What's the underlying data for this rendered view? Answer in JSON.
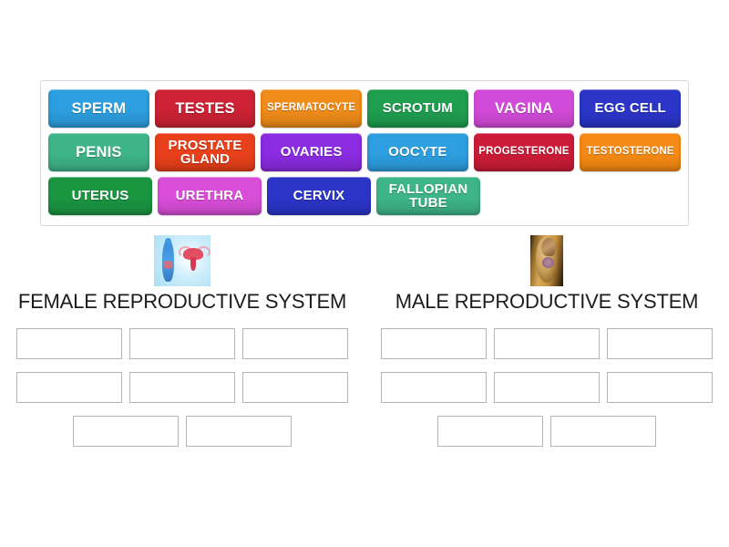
{
  "word_bank": {
    "rows": [
      [
        {
          "label": "SPERM",
          "color": "#2d9ee0",
          "size": "fs-lg"
        },
        {
          "label": "TESTES",
          "color": "#cc2234",
          "size": "fs-lg"
        },
        {
          "label": "SPERMATOCYTE",
          "color": "#f08c1a",
          "size": "fs-xs"
        },
        {
          "label": "SCROTUM",
          "color": "#1f9e4f",
          "size": "fs-md"
        },
        {
          "label": "VAGINA",
          "color": "#d24bd8",
          "size": "fs-lg"
        },
        {
          "label": "EGG CELL",
          "color": "#2b35c8",
          "size": "fs-md"
        }
      ],
      [
        {
          "label": "PENIS",
          "color": "#3eb489",
          "size": "fs-lg"
        },
        {
          "label": "PROSTATE GLAND",
          "color": "#e8401a",
          "size": "fs-md"
        },
        {
          "label": "OVARIES",
          "color": "#8b2be2",
          "size": "fs-md"
        },
        {
          "label": "OOCYTE",
          "color": "#2d9ee0",
          "size": "fs-md"
        },
        {
          "label": "PROGESTERONE",
          "color": "#cc1b38",
          "size": "fs-xs"
        },
        {
          "label": "TESTOSTERONE",
          "color": "#f68a14",
          "size": "fs-xs"
        }
      ],
      [
        {
          "label": "UTERUS",
          "color": "#1a9641",
          "size": "fs-md"
        },
        {
          "label": "URETHRA",
          "color": "#d94ed9",
          "size": "fs-md"
        },
        {
          "label": "CERVIX",
          "color": "#2b35c8",
          "size": "fs-md"
        },
        {
          "label": "FALLOPIAN TUBE",
          "color": "#3eb489",
          "size": "fs-md"
        }
      ]
    ]
  },
  "categories": [
    {
      "title": "FEMALE REPRODUCTIVE SYSTEM",
      "image_name": "female-reproductive-system-image",
      "slot_rows": [
        3,
        3,
        2
      ]
    },
    {
      "title": "MALE REPRODUCTIVE SYSTEM",
      "image_name": "male-reproductive-system-image",
      "slot_rows": [
        3,
        3,
        2
      ]
    }
  ],
  "colors": {
    "page_background": "#ffffff",
    "bank_border": "#d8d8d8",
    "slot_border": "#b4b4b4",
    "title_text": "#1c1c1c"
  }
}
